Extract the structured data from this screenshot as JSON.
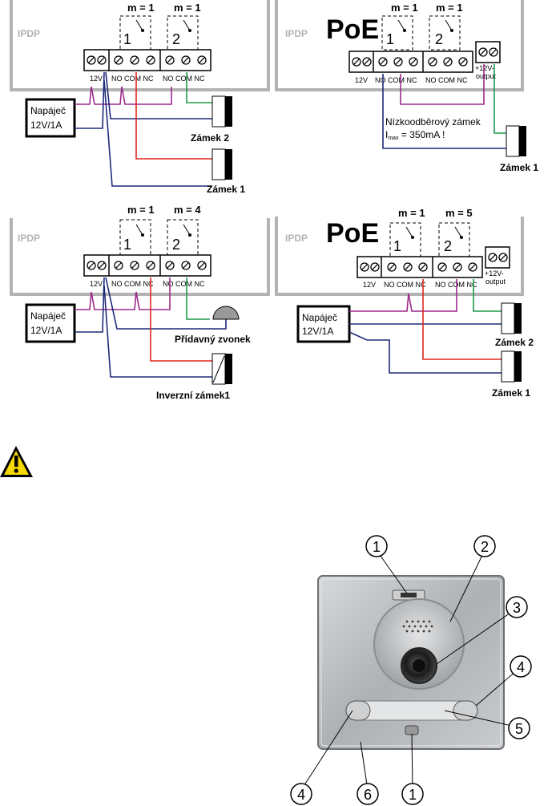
{
  "panels": [
    {
      "ipdp": "IPDP",
      "poe": "",
      "relay1_m": "m = 1",
      "relay2_m": "m = 1",
      "relay1_num": "1",
      "relay2_num": "2",
      "term_12v": "12V",
      "term_group1": "NO COM NC",
      "term_group2": "NO COM NC",
      "output_label_1": "",
      "output_label_2": "",
      "psu_line1": "Napáječ",
      "psu_line2": "12V/1A",
      "device_a": "Zámek 2",
      "device_b": "Zámek 1"
    },
    {
      "ipdp": "IPDP",
      "poe": "PoE",
      "relay1_m": "m = 1",
      "relay2_m": "m = 1",
      "relay1_num": "1",
      "relay2_num": "2",
      "term_12v": "12V",
      "term_group1": "NO COM NC",
      "term_group2": "NO COM NC",
      "output_label_1": "+12V-",
      "output_label_2": "output",
      "note_line1": "Nízkoodběrový zámek",
      "note_line2_prefix": "I",
      "note_line2_sub": "max",
      "note_line2_rest": " = 350mA !",
      "device_a": "Zámek 1"
    },
    {
      "ipdp": "IPDP",
      "poe": "",
      "relay1_m": "m = 1",
      "relay2_m": "m = 4",
      "relay1_num": "1",
      "relay2_num": "2",
      "term_12v": "12V",
      "term_group1": "NO COM NC",
      "term_group2": "NO COM NC",
      "psu_line1": "Napáječ",
      "psu_line2": "12V/1A",
      "device_a": "Přídavný zvonek",
      "device_b": "Inverzní zámek1"
    },
    {
      "ipdp": "IPDP",
      "poe": "PoE",
      "relay1_m": "m = 1",
      "relay2_m": "m = 5",
      "relay1_num": "1",
      "relay2_num": "2",
      "term_12v": "12V",
      "term_group1": "NO COM NC",
      "term_group2": "NO COM NC",
      "output_label_1": "+12V-",
      "output_label_2": "output",
      "psu_line1": "Napáječ",
      "psu_line2": "12V/1A",
      "device_a": "Zámek 2",
      "device_b": "Zámek 1"
    }
  ],
  "callouts": [
    "1",
    "2",
    "3",
    "4",
    "4",
    "5",
    "6",
    "1"
  ],
  "colors": {
    "frame": "#b3b3b3",
    "wire_red": "#e0261d",
    "wire_blue": "#1e2a7a",
    "wire_purple": "#9b2a8a",
    "wire_green": "#1f9a4a",
    "warning_yellow": "#f4d800",
    "panel_silver": "#b9bcbf"
  }
}
